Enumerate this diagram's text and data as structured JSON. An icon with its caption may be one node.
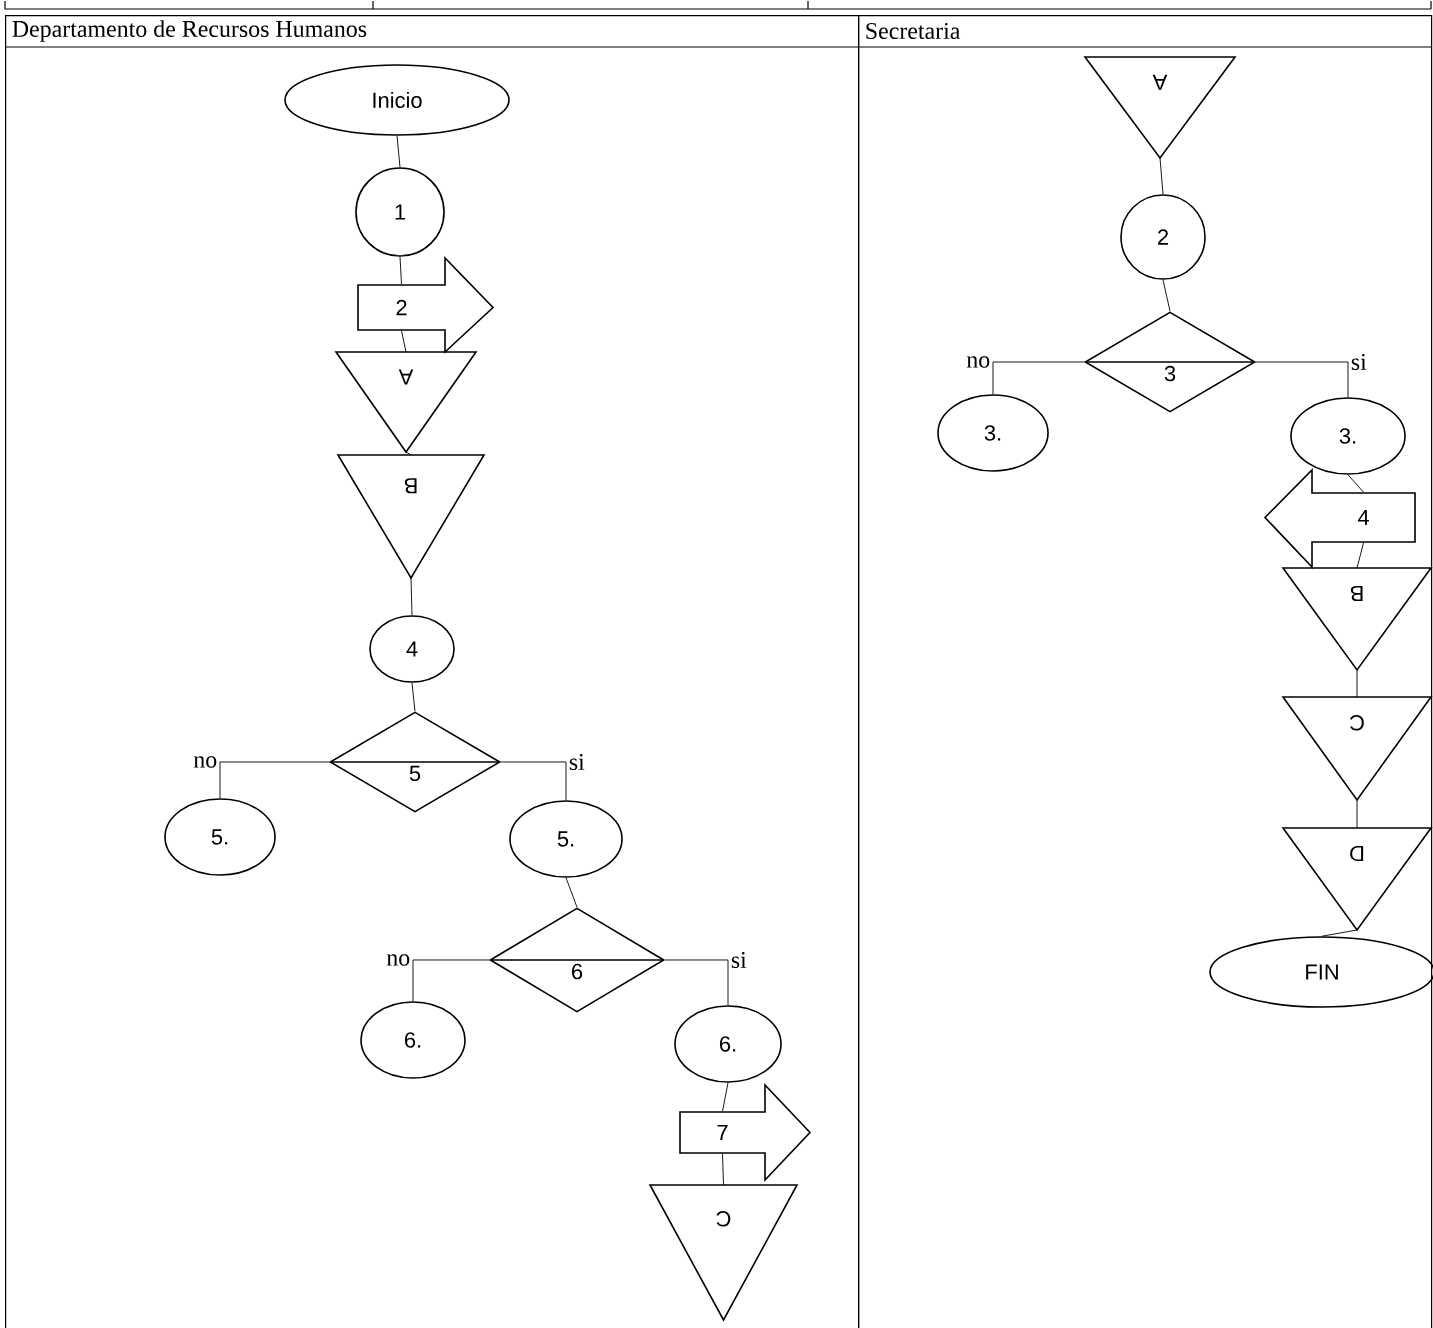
{
  "diagram": {
    "nodes": [
      {
        "text": [
          "Departamento de Recursos Humanos"
        ]
      },
      {
        "text": [
          "Secretaria"
        ]
      },
      {
        "text": [
          "Inicio"
        ],
        "in": 0
      },
      {
        "text": [
          "1"
        ],
        "in": 0
      },
      {
        "text": [
          "2"
        ],
        "in": 0
      },
      {
        "text": [
          "A"
        ],
        "in": 0
      },
      {
        "text": [
          "B"
        ],
        "in": 0
      },
      {
        "text": [
          "4"
        ],
        "in": 0
      },
      {
        "text": [
          "5"
        ],
        "in": 0
      },
      {
        "text": [
          "5."
        ],
        "in": 0
      },
      {
        "text": [
          "5."
        ],
        "in": 0
      },
      {
        "text": [
          "6"
        ],
        "in": 0
      },
      {
        "text": [
          "6."
        ],
        "in": 0
      },
      {
        "text": [
          "6."
        ],
        "in": 0
      },
      {
        "text": [
          "7"
        ],
        "in": 0
      },
      {
        "text": [
          "C"
        ],
        "in": 0
      },
      {
        "text": [
          "A"
        ],
        "in": 1
      },
      {
        "text": [
          "2"
        ],
        "in": 1
      },
      {
        "text": [
          "3"
        ],
        "in": 1
      },
      {
        "text": [
          "3."
        ],
        "in": 1
      },
      {
        "text": [
          "3."
        ],
        "in": 1
      },
      {
        "text": [
          "4"
        ],
        "in": 1
      },
      {
        "text": [
          "B"
        ],
        "in": 1
      },
      {
        "text": [
          "C"
        ],
        "in": 1
      },
      {
        "text": [
          "D"
        ],
        "in": 1
      },
      {
        "text": [
          "FIN"
        ],
        "in": 1
      }
    ],
    "edges": [
      {
        "from": 2,
        "to": 3,
        "arrow": "none"
      },
      {
        "from": 3,
        "to": 4,
        "arrow": "none"
      },
      {
        "from": 4,
        "to": 5,
        "arrow": "none"
      },
      {
        "from": 5,
        "to": 6,
        "arrow": "none"
      },
      {
        "from": 6,
        "to": 7,
        "arrow": "none"
      },
      {
        "from": 7,
        "to": 8,
        "arrow": "none"
      },
      {
        "from": 8,
        "to": 9,
        "arrow": "none",
        "label": "no"
      },
      {
        "from": 8,
        "to": 10,
        "arrow": "none",
        "label": "si"
      },
      {
        "from": 10,
        "to": 11,
        "arrow": "none"
      },
      {
        "from": 11,
        "to": 12,
        "arrow": "none",
        "label": "no"
      },
      {
        "from": 11,
        "to": 13,
        "arrow": "none",
        "label": "si"
      },
      {
        "from": 13,
        "to": 14,
        "arrow": "none"
      },
      {
        "from": 14,
        "to": 15,
        "arrow": "none"
      },
      {
        "from": 16,
        "to": 17,
        "arrow": "none"
      },
      {
        "from": 17,
        "to": 18,
        "arrow": "none"
      },
      {
        "from": 18,
        "to": 19,
        "arrow": "none",
        "label": "no"
      },
      {
        "from": 18,
        "to": 20,
        "arrow": "none",
        "label": "si"
      },
      {
        "from": 20,
        "to": 21,
        "arrow": "none"
      },
      {
        "from": 21,
        "to": 22,
        "arrow": "none"
      },
      {
        "from": 22,
        "to": 23,
        "arrow": "none"
      },
      {
        "from": 23,
        "to": 24,
        "arrow": "none"
      },
      {
        "from": 24,
        "to": 25,
        "arrow": "none"
      }
    ]
  }
}
